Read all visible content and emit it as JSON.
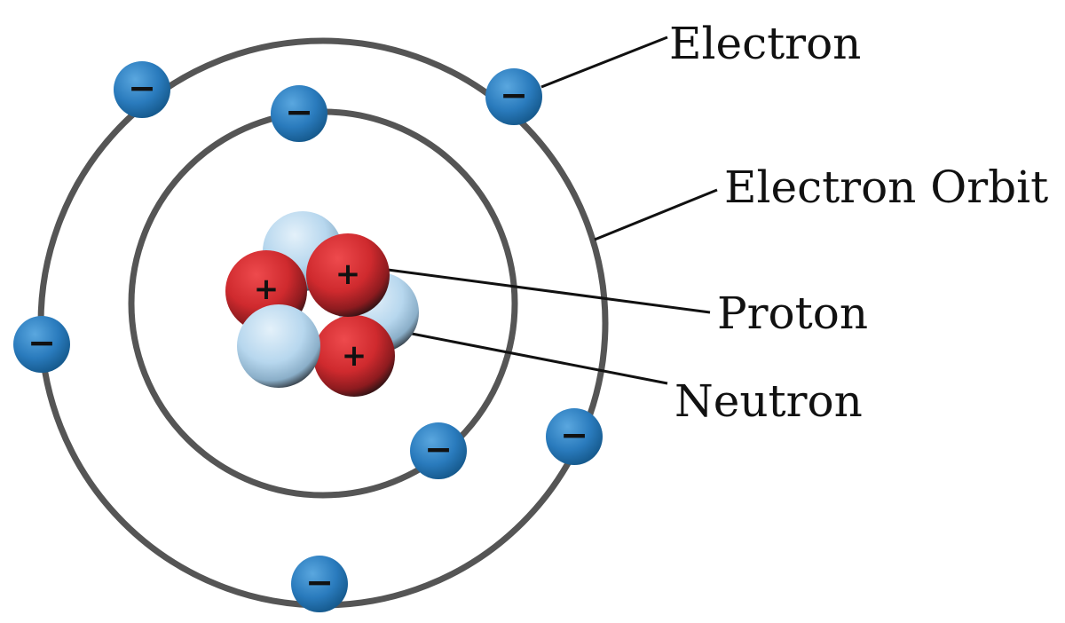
{
  "labels": {
    "electron": "Electron",
    "orbit": "Electron Orbit",
    "proton": "Proton",
    "neutron": "Neutron"
  },
  "symbols": {
    "electron": "−",
    "proton": "+"
  },
  "colors": {
    "orbit": "#555555",
    "electron": "#2878b8",
    "proton": "#c8262b",
    "neutron": "#b9d8ee",
    "leader": "#111111"
  }
}
